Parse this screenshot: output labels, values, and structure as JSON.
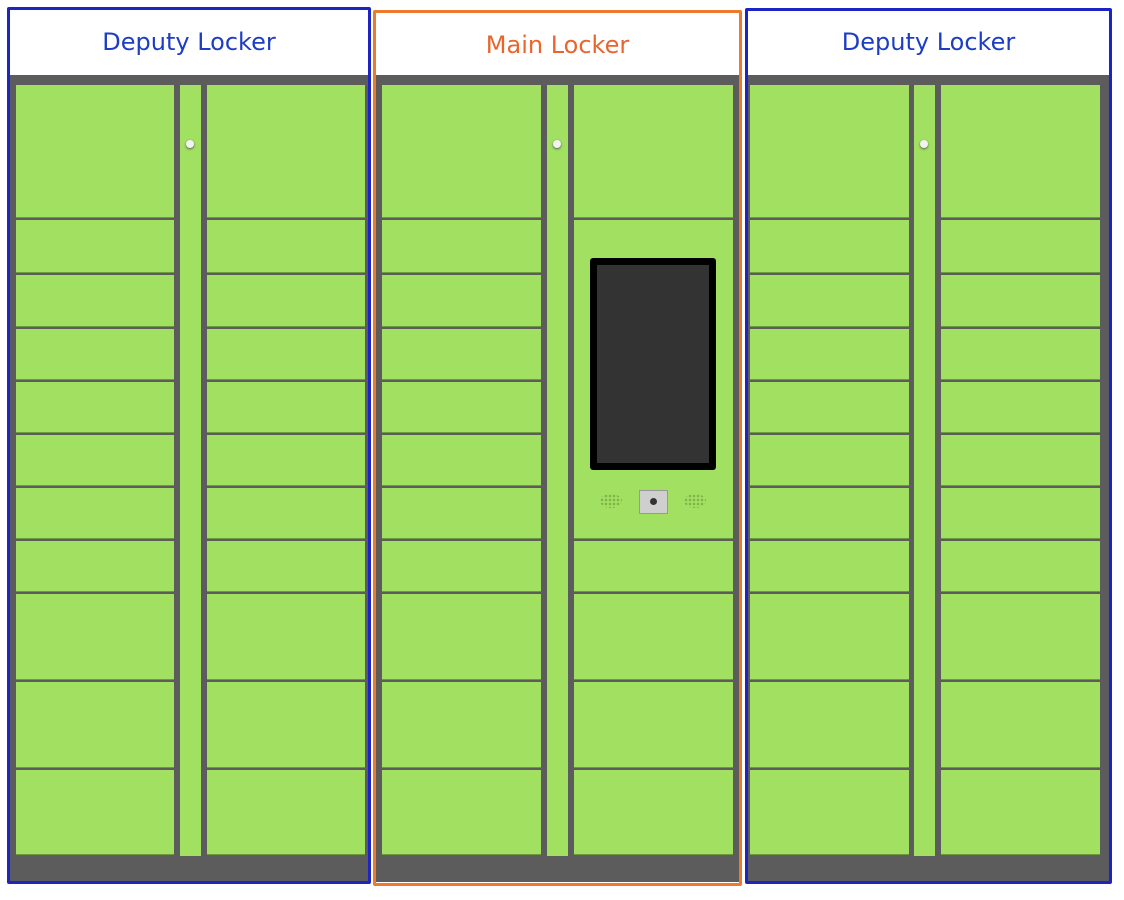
{
  "lockers": [
    {
      "label": "Deputy Locker",
      "type": "deputy",
      "frame_color": "#1d24c4"
    },
    {
      "label": "Main Locker",
      "type": "main",
      "frame_color": "#ee7a2c"
    },
    {
      "label": "Deputy Locker",
      "type": "deputy",
      "frame_color": "#1d24c4"
    }
  ],
  "colors": {
    "door": "#a1e061",
    "body": "#5c5c5c",
    "screen": "#333333"
  }
}
